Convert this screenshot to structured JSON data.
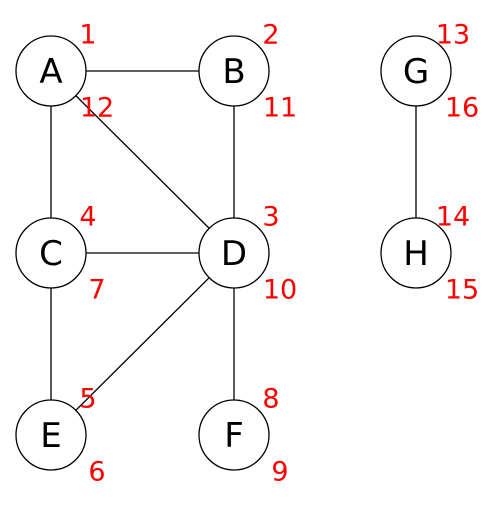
{
  "colors": {
    "node_stroke": "#000000",
    "edge": "#000000",
    "timestamp": "#ff0000"
  },
  "nodes": [
    {
      "id": "A",
      "label": "A",
      "discovery": "1",
      "finish": "12"
    },
    {
      "id": "B",
      "label": "B",
      "discovery": "2",
      "finish": "11"
    },
    {
      "id": "D",
      "label": "D",
      "discovery": "3",
      "finish": "10"
    },
    {
      "id": "C",
      "label": "C",
      "discovery": "4",
      "finish": "7"
    },
    {
      "id": "E",
      "label": "E",
      "discovery": "5",
      "finish": "6"
    },
    {
      "id": "F",
      "label": "F",
      "discovery": "8",
      "finish": "9"
    },
    {
      "id": "G",
      "label": "G",
      "discovery": "13",
      "finish": "16"
    },
    {
      "id": "H",
      "label": "H",
      "discovery": "14",
      "finish": "15"
    }
  ],
  "edges": [
    {
      "from": "A",
      "to": "B"
    },
    {
      "from": "A",
      "to": "C"
    },
    {
      "from": "A",
      "to": "D"
    },
    {
      "from": "B",
      "to": "D"
    },
    {
      "from": "C",
      "to": "D"
    },
    {
      "from": "C",
      "to": "E"
    },
    {
      "from": "D",
      "to": "E"
    },
    {
      "from": "D",
      "to": "F"
    },
    {
      "from": "G",
      "to": "H"
    }
  ]
}
